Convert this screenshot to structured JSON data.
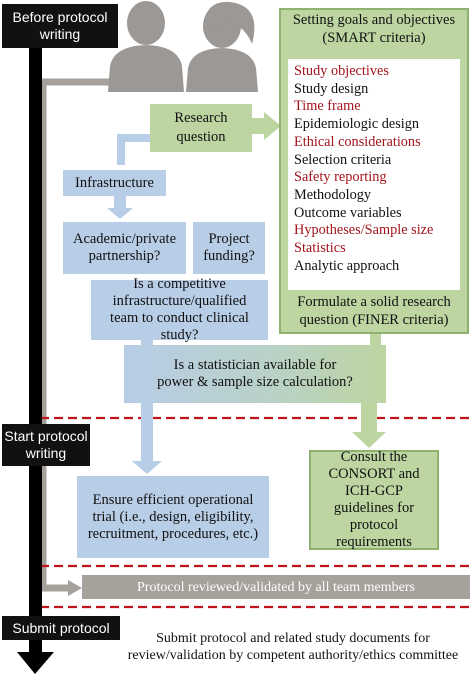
{
  "colors": {
    "blue_box": "#b8cde6",
    "green_box": "#bcd5a1",
    "green_border": "#8fb271",
    "gray_bar": "#a6a19b",
    "dashed_separator": "#c0141a",
    "timeline": "#000000",
    "highlight_item": "#a3151d",
    "plain_item": "#111111"
  },
  "phases": {
    "before": "Before protocol writing",
    "start": "Start protocol writing",
    "submit": "Submit protocol"
  },
  "people_graphic": "team-silhouettes",
  "goals": {
    "title": "Setting goals and objectives (SMART criteria)",
    "items": [
      {
        "label": "Study objectives",
        "highlight": true
      },
      {
        "label": "Study design",
        "highlight": false
      },
      {
        "label": "Time frame",
        "highlight": true
      },
      {
        "label": "Epidemiologic design",
        "highlight": false
      },
      {
        "label": "Ethical considerations",
        "highlight": true
      },
      {
        "label": "Selection criteria",
        "highlight": false
      },
      {
        "label": "Safety reporting",
        "highlight": true
      },
      {
        "label": "Methodology",
        "highlight": false
      },
      {
        "label": "Outcome variables",
        "highlight": false
      },
      {
        "label": "Hypotheses/Sample size",
        "highlight": true
      },
      {
        "label": "Statistics",
        "highlight": true
      },
      {
        "label": "Analytic approach",
        "highlight": false
      }
    ],
    "footer": "Formulate a solid research question (FINER criteria)"
  },
  "research_question": "Research question",
  "infrastructure": "Infrastructure",
  "partnership": "Academic/private partnership?",
  "funding": "Project funding?",
  "competitive": "Is a competitive infrastructure/qualified team to conduct clinical study?",
  "statistician": "Is a statistician available for power & sample size calculation?",
  "operational": "Ensure efficient operational trial (i.e., design, eligibility, recruitment, procedures, etc.)",
  "consort": "Consult the CONSORT and ICH-GCP guidelines for protocol requirements",
  "reviewed": "Protocol reviewed/validated by all team members",
  "submit_note": "Submit protocol and related study documents for review/validation by competent authority/ethics committee"
}
